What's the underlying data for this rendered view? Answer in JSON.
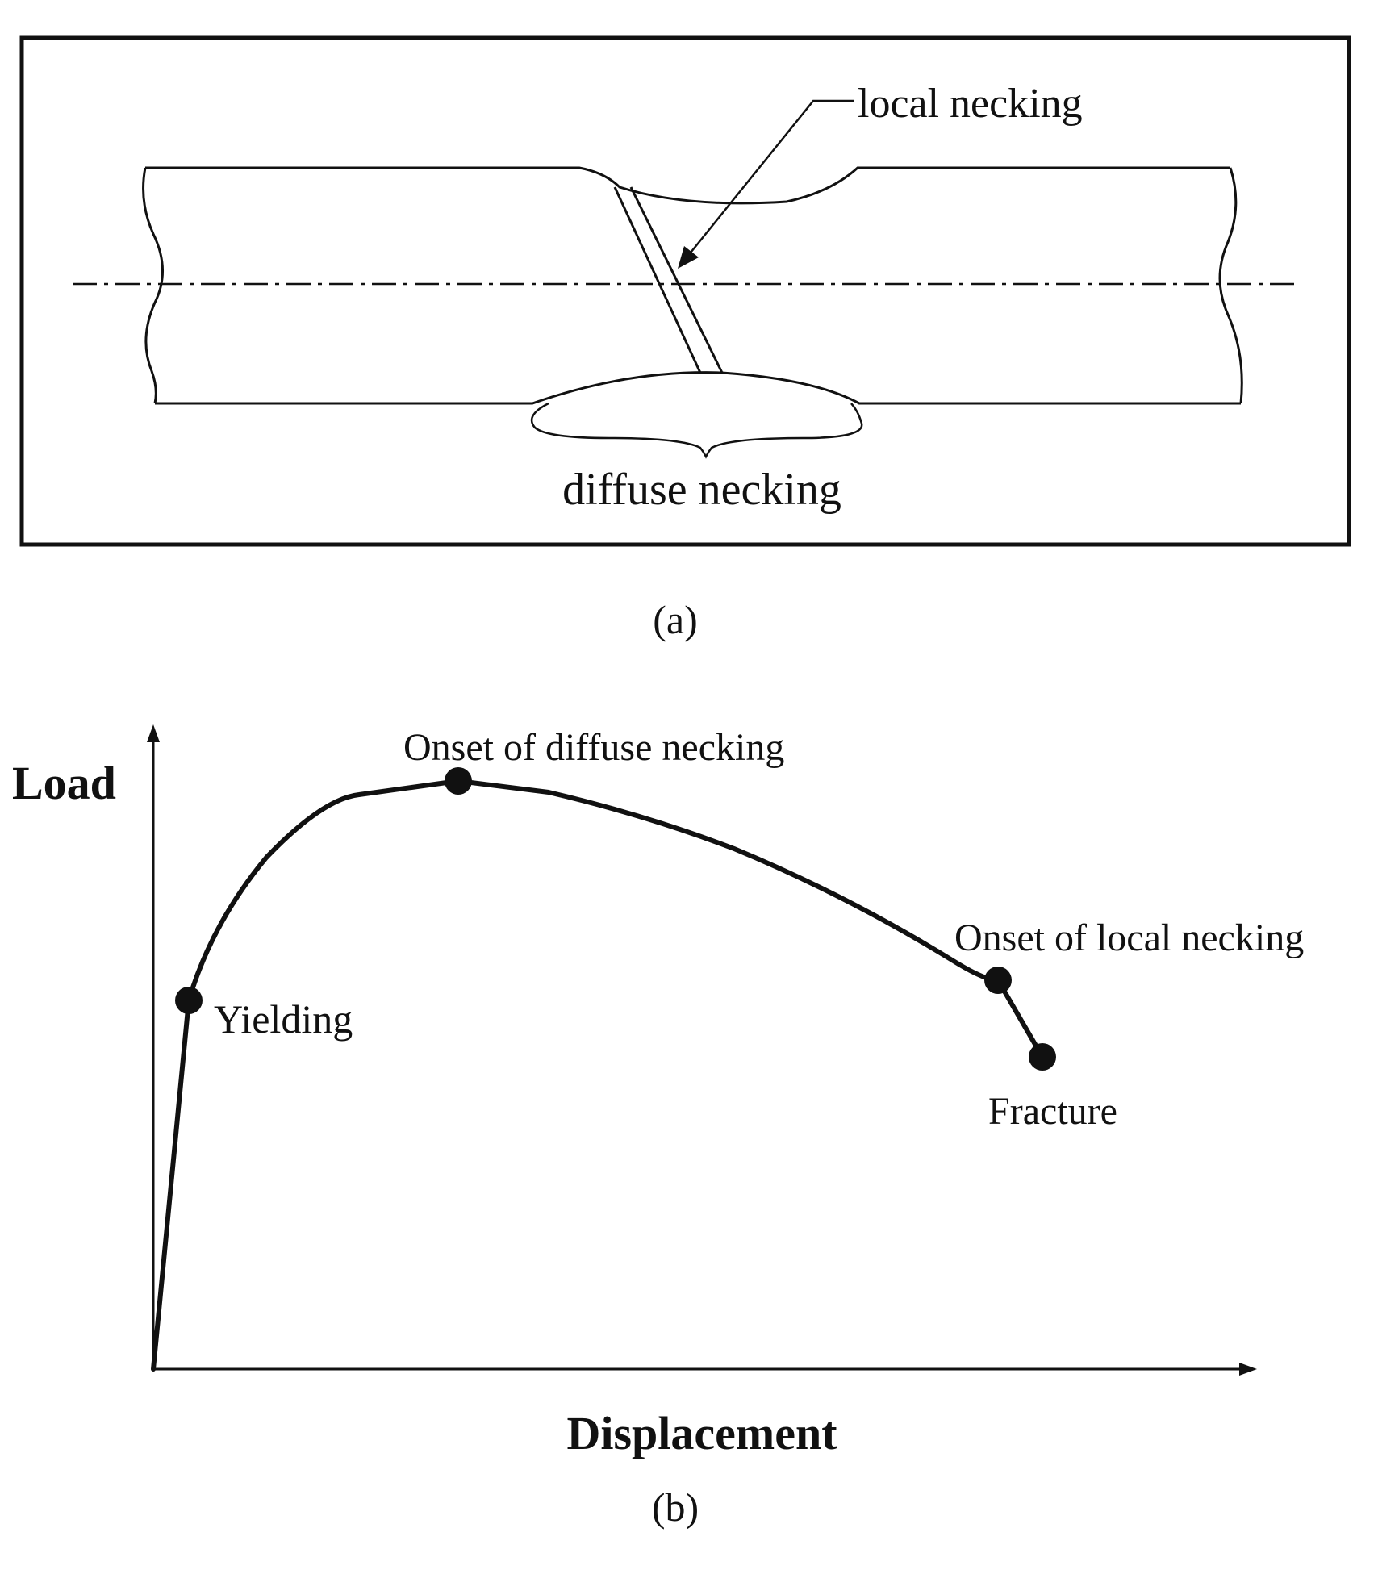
{
  "panel_a": {
    "caption": "(a)",
    "labels": {
      "local_necking": "local necking",
      "diffuse_necking": "diffuse necking"
    }
  },
  "panel_b": {
    "caption": "(b)",
    "y_label": "Load",
    "x_label": "Displacement",
    "points": [
      {
        "key": "yielding",
        "label": "Yielding"
      },
      {
        "key": "diffuse",
        "label": "Onset of diffuse necking"
      },
      {
        "key": "local",
        "label": "Onset of local necking"
      },
      {
        "key": "fracture",
        "label": "Fracture"
      }
    ]
  },
  "colors": {
    "ink": "#111111",
    "background": "#ffffff"
  }
}
